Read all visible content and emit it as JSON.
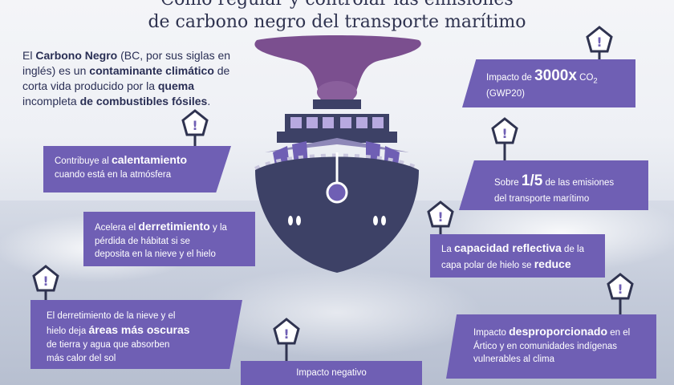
{
  "title": {
    "line1": "Cómo regular y controlar las emisiones",
    "line2": "de carbono negro del transporte marítimo"
  },
  "intro": {
    "t1": "El ",
    "t2": "Carbono Negro",
    "t3": " (BC, por sus siglas en inglés) es un ",
    "t4": "contaminante climático",
    "t5": " de corta vida producido por la ",
    "t6": "quema",
    "t7": " incompleta ",
    "t8": "de combustibles fósiles",
    "t9": "."
  },
  "boxes": {
    "impacto": {
      "a": "Impacto de ",
      "b": "3000x",
      "c": " CO",
      "sub": "2",
      "d": "(GWP20)"
    },
    "contribuye": {
      "a": "Contribuye al ",
      "b": "calentamiento",
      "c": "cuando está en la atmósfera"
    },
    "sobre": {
      "a": "Sobre ",
      "b": "1/5",
      "c": " de las emisiones",
      "d": "del transporte marítimo"
    },
    "acelera": {
      "a": "Acelera el ",
      "b": "derretimiento",
      "c": " y la",
      "d": "pérdida de hábitat si se",
      "e": "deposita en la nieve y el hielo"
    },
    "capacidad": {
      "a": "La ",
      "b": "capacidad reflectiva",
      "c": " de la",
      "d": "capa polar de hielo se ",
      "e": "reduce"
    },
    "derretimiento": {
      "a": "El derretimiento de la nieve y el",
      "b": "hielo deja ",
      "c": "áreas más oscuras",
      "d": "de tierra y agua que absorben",
      "e": "más calor del sol"
    },
    "negativo": {
      "a": "Impacto negativo"
    },
    "despro": {
      "a": "Impacto ",
      "b": "desproporcionado",
      "c": " en el",
      "d": "Ártico y en comunidades indígenas",
      "e": "vulnerables al clima"
    }
  },
  "warning_glyph": "!",
  "colors": {
    "box": "#6f5fb4",
    "ship_hull": "#3d4166",
    "smoke": "#7b4f8f",
    "accent_light": "#b7a9e0"
  }
}
